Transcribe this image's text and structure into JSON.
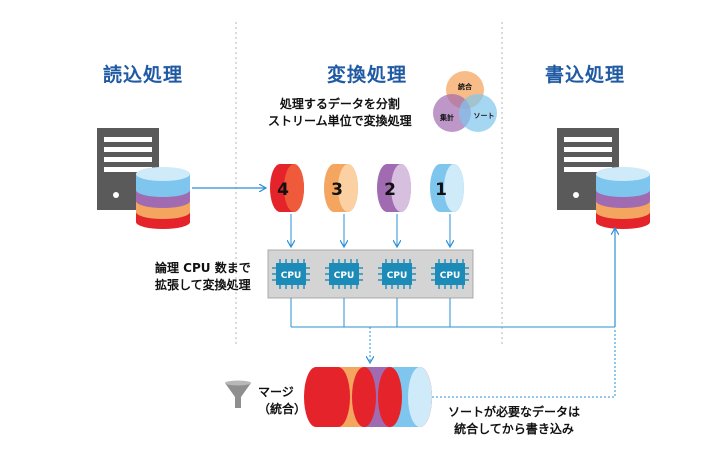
{
  "sections": {
    "read": "読込処理",
    "transform": "変換処理",
    "write": "書込処理"
  },
  "transform_caption": [
    "処理するデータを分割",
    "ストリーム単位で変換処理"
  ],
  "venn": {
    "top": "統合",
    "left": "集計",
    "right": "ソート"
  },
  "streams": [
    "4",
    "3",
    "2",
    "1"
  ],
  "cpu_label": "CPU",
  "cpu_caption": [
    "論理 CPU 数まで",
    "拡張して変換処理"
  ],
  "merge_label": [
    "マージ",
    "（統合）"
  ],
  "bottom_caption": [
    "ソートが必要なデータは",
    "統合してから書き込み"
  ],
  "colors": {
    "title": "#1f5aa3",
    "arrow": "#2b8fd6",
    "red": "#e5232a",
    "orange": "#f4a55f",
    "purple": "#a06bb0",
    "blue": "#7fc6ee",
    "cpu": "#1c8bb8",
    "cpu_board": "#d4d4d4"
  }
}
